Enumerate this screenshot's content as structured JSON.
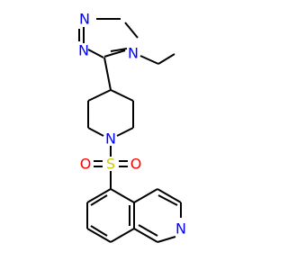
{
  "diagram": {
    "type": "chemical-structure",
    "colors": {
      "bond": "#000000",
      "nitrogen": "#0000FF",
      "sulfur": "#CCCC00",
      "oxygen": "#FF0000"
    },
    "atoms": [
      {
        "id": "N1",
        "label": "N",
        "element": "nitrogen"
      },
      {
        "id": "N2",
        "label": "N",
        "element": "nitrogen"
      },
      {
        "id": "N4",
        "label": "N",
        "element": "nitrogen"
      },
      {
        "id": "Npip",
        "label": "N",
        "element": "nitrogen"
      },
      {
        "id": "S",
        "label": "S",
        "element": "sulfur"
      },
      {
        "id": "O1",
        "label": "O",
        "element": "oxygen"
      },
      {
        "id": "O2",
        "label": "O",
        "element": "oxygen"
      },
      {
        "id": "Niq",
        "label": "N",
        "element": "nitrogen"
      }
    ]
  }
}
